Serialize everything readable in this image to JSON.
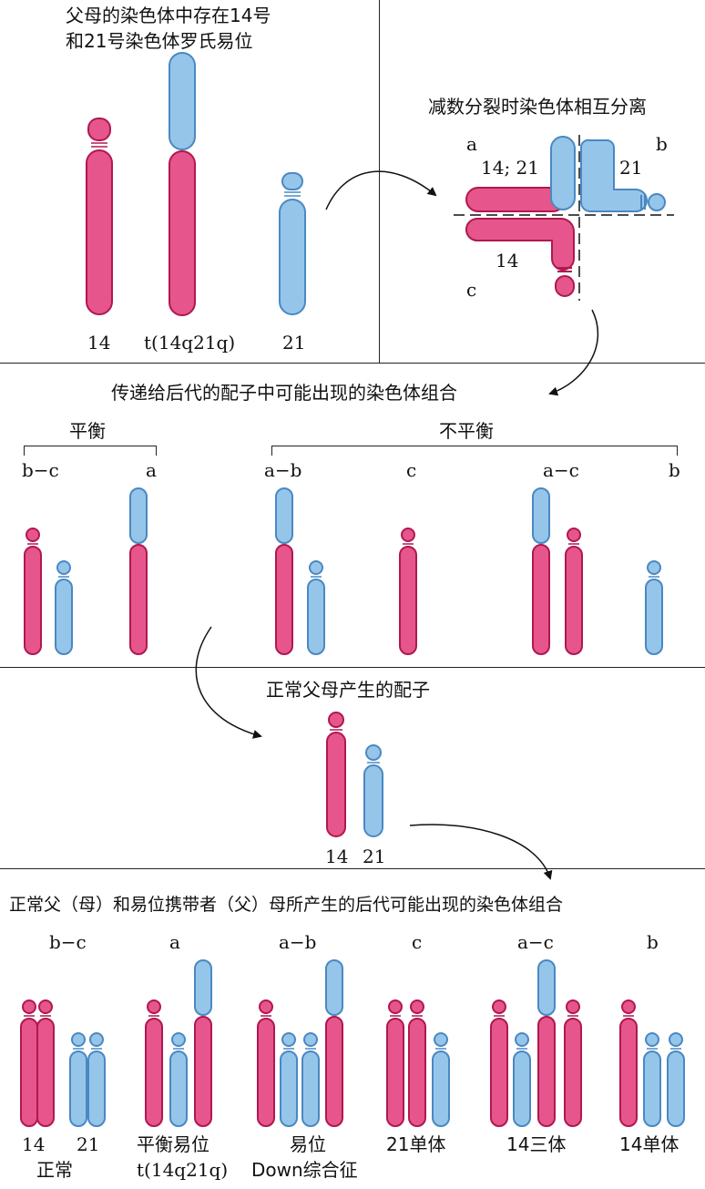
{
  "panel1": {
    "title_line1": "父母的染色体中存在14号",
    "title_line2": "和21号染色体罗氏易位",
    "labels": [
      "14",
      "t(14q21q)",
      "21"
    ]
  },
  "panel2": {
    "title": "减数分裂时染色体相互分离",
    "label_a": "a",
    "label_b": "b",
    "label_c": "c",
    "label_1421": "14; 21",
    "label_21": "21",
    "label_14": "14"
  },
  "gametes": {
    "title": "传递给后代的配子中可能出现的染色体组合",
    "balanced": "平衡",
    "unbalanced": "不平衡",
    "labels": [
      "b−c",
      "a",
      "a−b",
      "c",
      "a−c",
      "b"
    ]
  },
  "normal": {
    "title": "正常父母产生的配子",
    "labels": [
      "14",
      "21"
    ]
  },
  "offspring": {
    "title": "正常父（母）和易位携带者（父）母所产生的后代可能出现的染色体组合",
    "top_labels": [
      "b−c",
      "a",
      "a−b",
      "c",
      "a−c",
      "b"
    ],
    "bottom_labels": {
      "n14": "14",
      "n21": "21",
      "normal": "正常",
      "balanced": "平衡易位",
      "balanced_sub": "t(14q21q)",
      "trans": "易位",
      "trans_sub": "Down综合征",
      "mono21": "21单体",
      "tri14": "14三体",
      "mono14": "14单体"
    }
  },
  "colors": {
    "pink": "#e6558b",
    "pink_dark": "#b0184f",
    "blue": "#95c6ea",
    "blue_dark": "#4a88c2"
  }
}
